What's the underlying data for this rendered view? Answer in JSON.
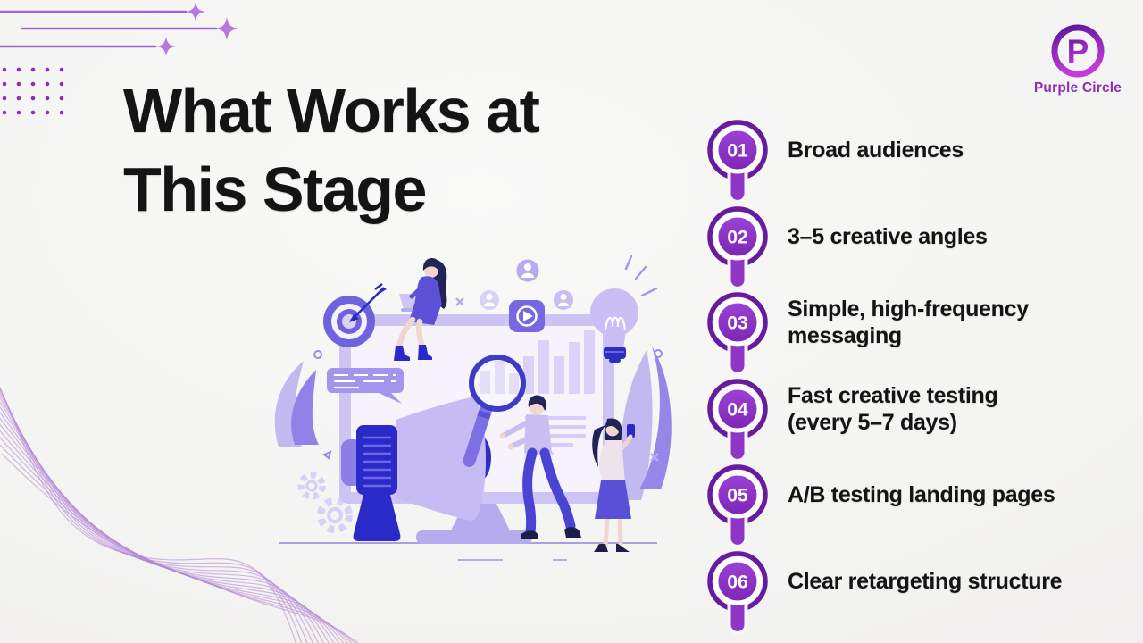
{
  "slide": {
    "title_line1": "What Works at",
    "title_line2": "This Stage"
  },
  "logo": {
    "brand": "Purple Circle",
    "monogram": "P"
  },
  "list": {
    "items": [
      {
        "number": "01",
        "lines": [
          "Broad audiences"
        ]
      },
      {
        "number": "02",
        "lines": [
          "3–5 creative angles"
        ]
      },
      {
        "number": "03",
        "lines": [
          "Simple, high-frequency",
          "messaging"
        ]
      },
      {
        "number": "04",
        "lines": [
          "Fast creative testing",
          "(every 5–7 days)"
        ]
      },
      {
        "number": "05",
        "lines": [
          "A/B testing landing pages"
        ]
      },
      {
        "number": "06",
        "lines": [
          "Clear retargeting structure"
        ]
      }
    ]
  },
  "illustration": {
    "name": "digital-marketing-team-illustration"
  },
  "colors": {
    "marker_ring": "#671b9e",
    "marker_fill": "#8f36c9",
    "brand_text": "#8e2db8",
    "body_text": "#141414",
    "decor_purple": "#a263cf",
    "illustration_dark_blue": "#2a2ac8",
    "illustration_light_purple": "#c6bcf3"
  }
}
